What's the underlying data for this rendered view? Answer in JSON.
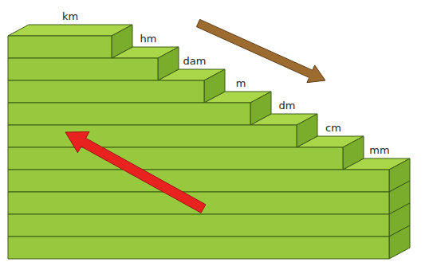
{
  "diagram": {
    "labels": [
      "km",
      "hm",
      "dam",
      "m",
      "dm",
      "cm",
      "mm"
    ]
  }
}
